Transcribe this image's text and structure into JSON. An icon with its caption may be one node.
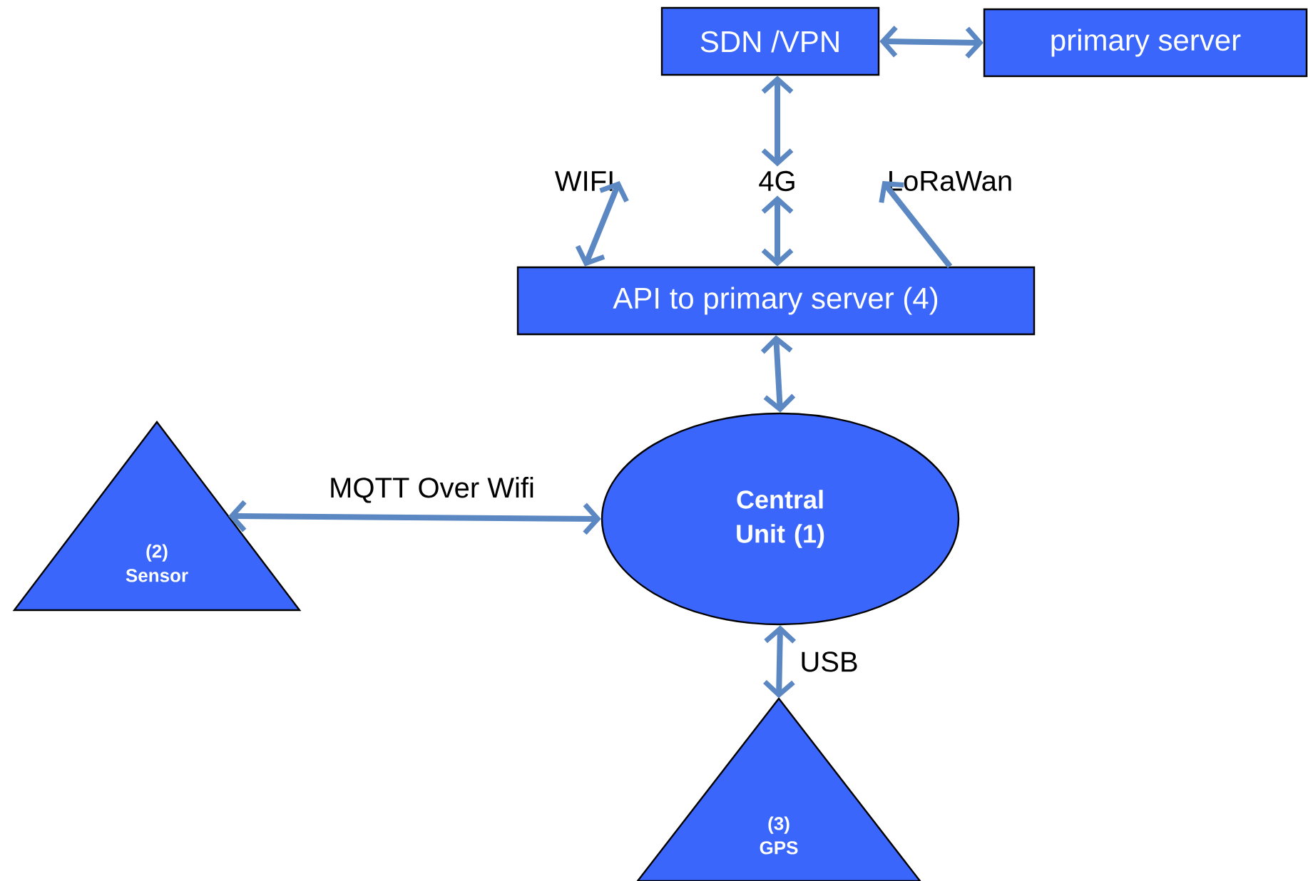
{
  "diagram": {
    "nodes": [
      {
        "text": [
          "SDN /VPN"
        ]
      },
      {
        "text": [
          "primary server"
        ]
      },
      {
        "text": [
          "WIFI"
        ]
      },
      {
        "text": [
          "4G"
        ]
      },
      {
        "text": [
          "LoRaWan"
        ]
      },
      {
        "text": [
          "API to primary server (4)"
        ]
      },
      {
        "text": [
          "Central Unit (1)"
        ]
      },
      {
        "text": [
          "(2) Sensor"
        ]
      },
      {
        "text": [
          "(3) GPS"
        ]
      }
    ],
    "edges": [
      {
        "from": 0,
        "to": 1,
        "arrow": "both"
      },
      {
        "from": 0,
        "to": 3,
        "arrow": "both"
      },
      {
        "from": 5,
        "to": 2,
        "arrow": "both"
      },
      {
        "from": 5,
        "to": 3,
        "arrow": "both"
      },
      {
        "from": 5,
        "to": 4,
        "arrow": "to"
      },
      {
        "from": 5,
        "to": 6,
        "arrow": "both"
      },
      {
        "from": 7,
        "to": 6,
        "arrow": "both",
        "label": "MQTT  Over Wifi"
      },
      {
        "from": 6,
        "to": 8,
        "arrow": "both",
        "label": "USB"
      }
    ]
  }
}
